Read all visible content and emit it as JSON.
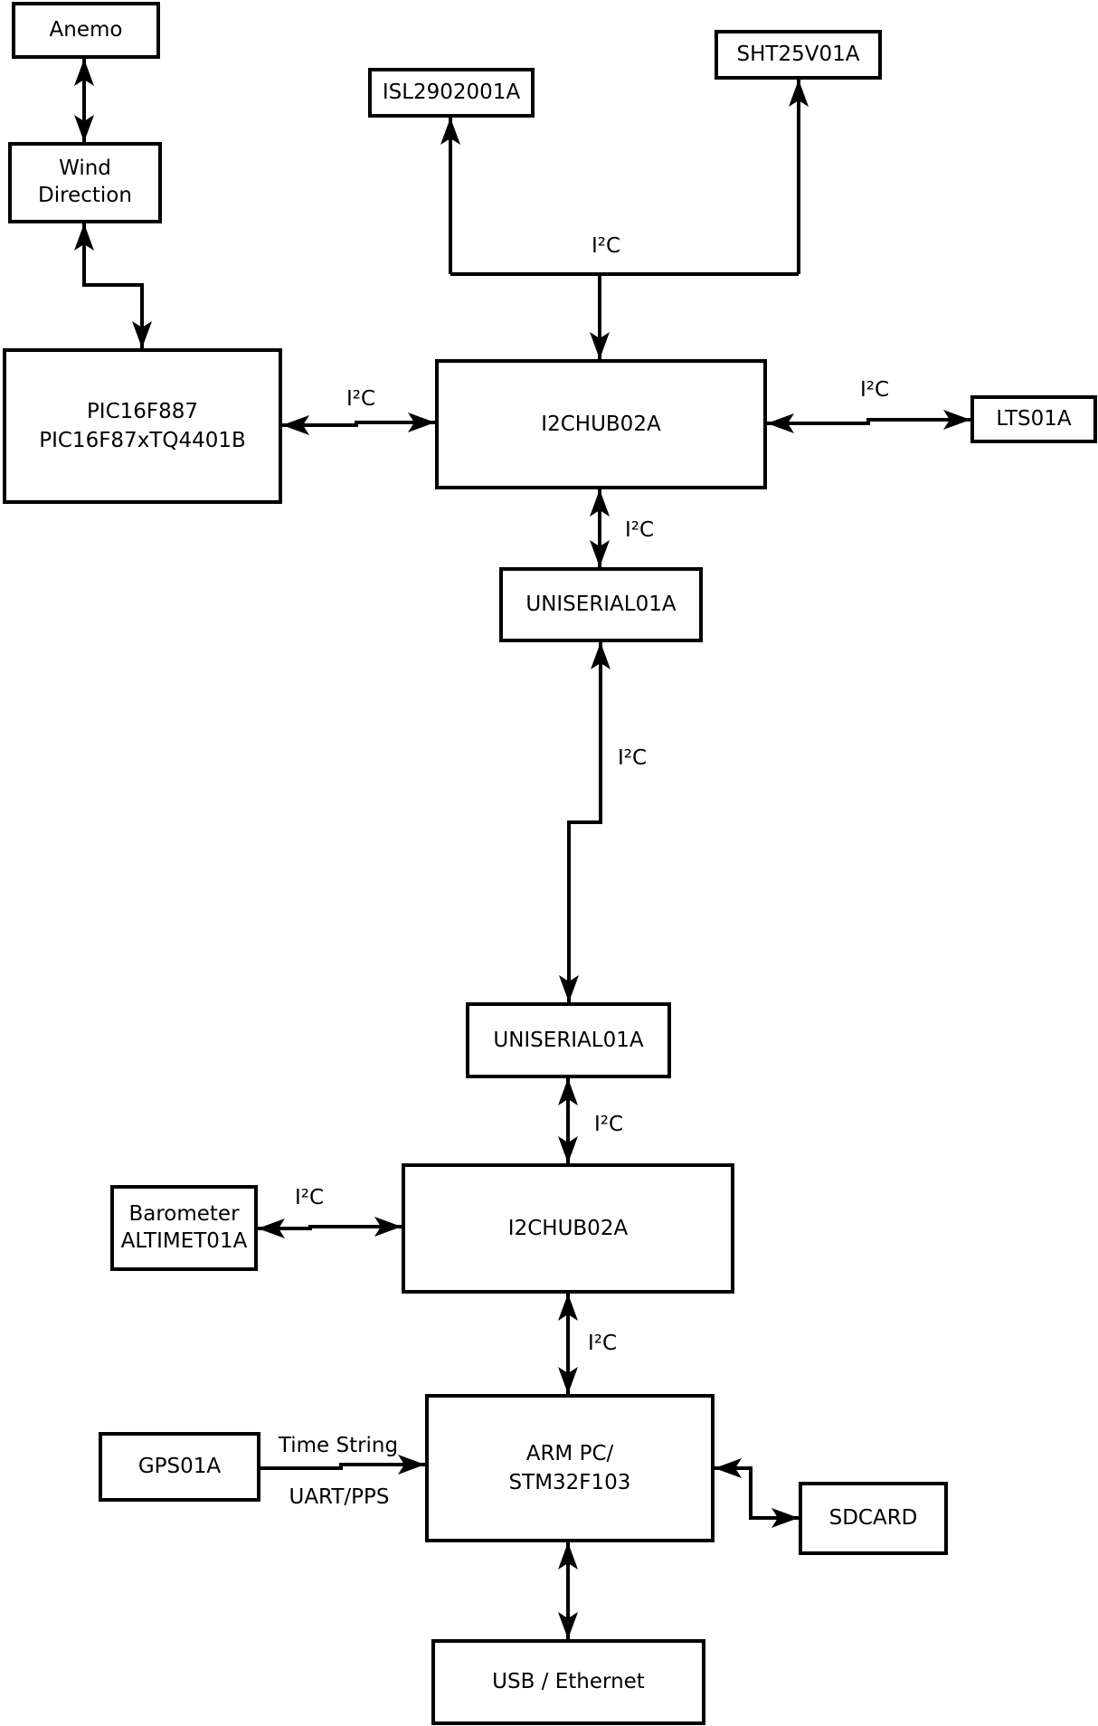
{
  "diagram": {
    "colors": {
      "background": "#ffffff",
      "line": "#000000",
      "box_fill": "#ffffff",
      "box_border": "#000000"
    },
    "nodes": {
      "anemo": {
        "label": "Anemo"
      },
      "wind_direction": {
        "line1": "Wind",
        "line2": "Direction"
      },
      "pic16f887": {
        "line1": "PIC16F887",
        "line2": "PIC16F87xTQ4401B"
      },
      "isl2902001a": {
        "label": "ISL2902001A"
      },
      "sht25v01a": {
        "label": "SHT25V01A"
      },
      "i2chub_top": {
        "label": "I2CHUB02A"
      },
      "lts01a": {
        "label": "LTS01A"
      },
      "uniserial_top": {
        "label": "UNISERIAL01A"
      },
      "uniserial_bottom": {
        "label": "UNISERIAL01A"
      },
      "barometer_altimet01a": {
        "line1": "Barometer",
        "line2": "ALTIMET01A"
      },
      "i2chub_bottom": {
        "label": "I2CHUB02A"
      },
      "gps01a": {
        "label": "GPS01A"
      },
      "arm_pc": {
        "line1": "ARM PC/",
        "line2": "STM32F103"
      },
      "sdcard": {
        "label": "SDCARD"
      },
      "usb_ethernet": {
        "label": "USB / Ethernet"
      }
    },
    "edge_labels": {
      "pic_hub": "I²C",
      "sensor_bus": "I²C",
      "hub_lts": "I²C",
      "hub_uniserial": "I²C",
      "uniserial_link": "I²C",
      "uniserial_hub2": "I²C",
      "barometer_hub2": "I²C",
      "hub2_arm": "I²C",
      "gps_time_string": "Time String",
      "gps_uart_pps": "UART/PPS"
    },
    "edges": [
      {
        "from": "anemo",
        "to": "wind_direction",
        "arrows": "both",
        "label_key": null
      },
      {
        "from": "wind_direction",
        "to": "pic16f887",
        "arrows": "both",
        "label_key": null
      },
      {
        "from": "pic16f887",
        "to": "i2chub_top",
        "arrows": "both",
        "label_key": "pic_hub"
      },
      {
        "from": "i2chub_top",
        "to": "isl2902001a",
        "arrows": "to",
        "label_key": "sensor_bus"
      },
      {
        "from": "i2chub_top",
        "to": "sht25v01a",
        "arrows": "to",
        "label_key": "sensor_bus"
      },
      {
        "from": "i2chub_top",
        "to": "lts01a",
        "arrows": "both",
        "label_key": "hub_lts"
      },
      {
        "from": "i2chub_top",
        "to": "uniserial_top",
        "arrows": "both",
        "label_key": "hub_uniserial"
      },
      {
        "from": "uniserial_top",
        "to": "uniserial_bottom",
        "arrows": "both",
        "label_key": "uniserial_link"
      },
      {
        "from": "uniserial_bottom",
        "to": "i2chub_bottom",
        "arrows": "both",
        "label_key": "uniserial_hub2"
      },
      {
        "from": "i2chub_bottom",
        "to": "barometer_altimet01a",
        "arrows": "both",
        "label_key": "barometer_hub2"
      },
      {
        "from": "i2chub_bottom",
        "to": "arm_pc",
        "arrows": "both",
        "label_key": "hub2_arm"
      },
      {
        "from": "gps01a",
        "to": "arm_pc",
        "arrows": "to",
        "label_key": "gps_time_string"
      },
      {
        "from": "gps01a",
        "to": "arm_pc",
        "arrows": "to",
        "label_key": "gps_uart_pps"
      },
      {
        "from": "arm_pc",
        "to": "sdcard",
        "arrows": "both",
        "label_key": null
      },
      {
        "from": "arm_pc",
        "to": "usb_ethernet",
        "arrows": "both",
        "label_key": null
      }
    ]
  }
}
